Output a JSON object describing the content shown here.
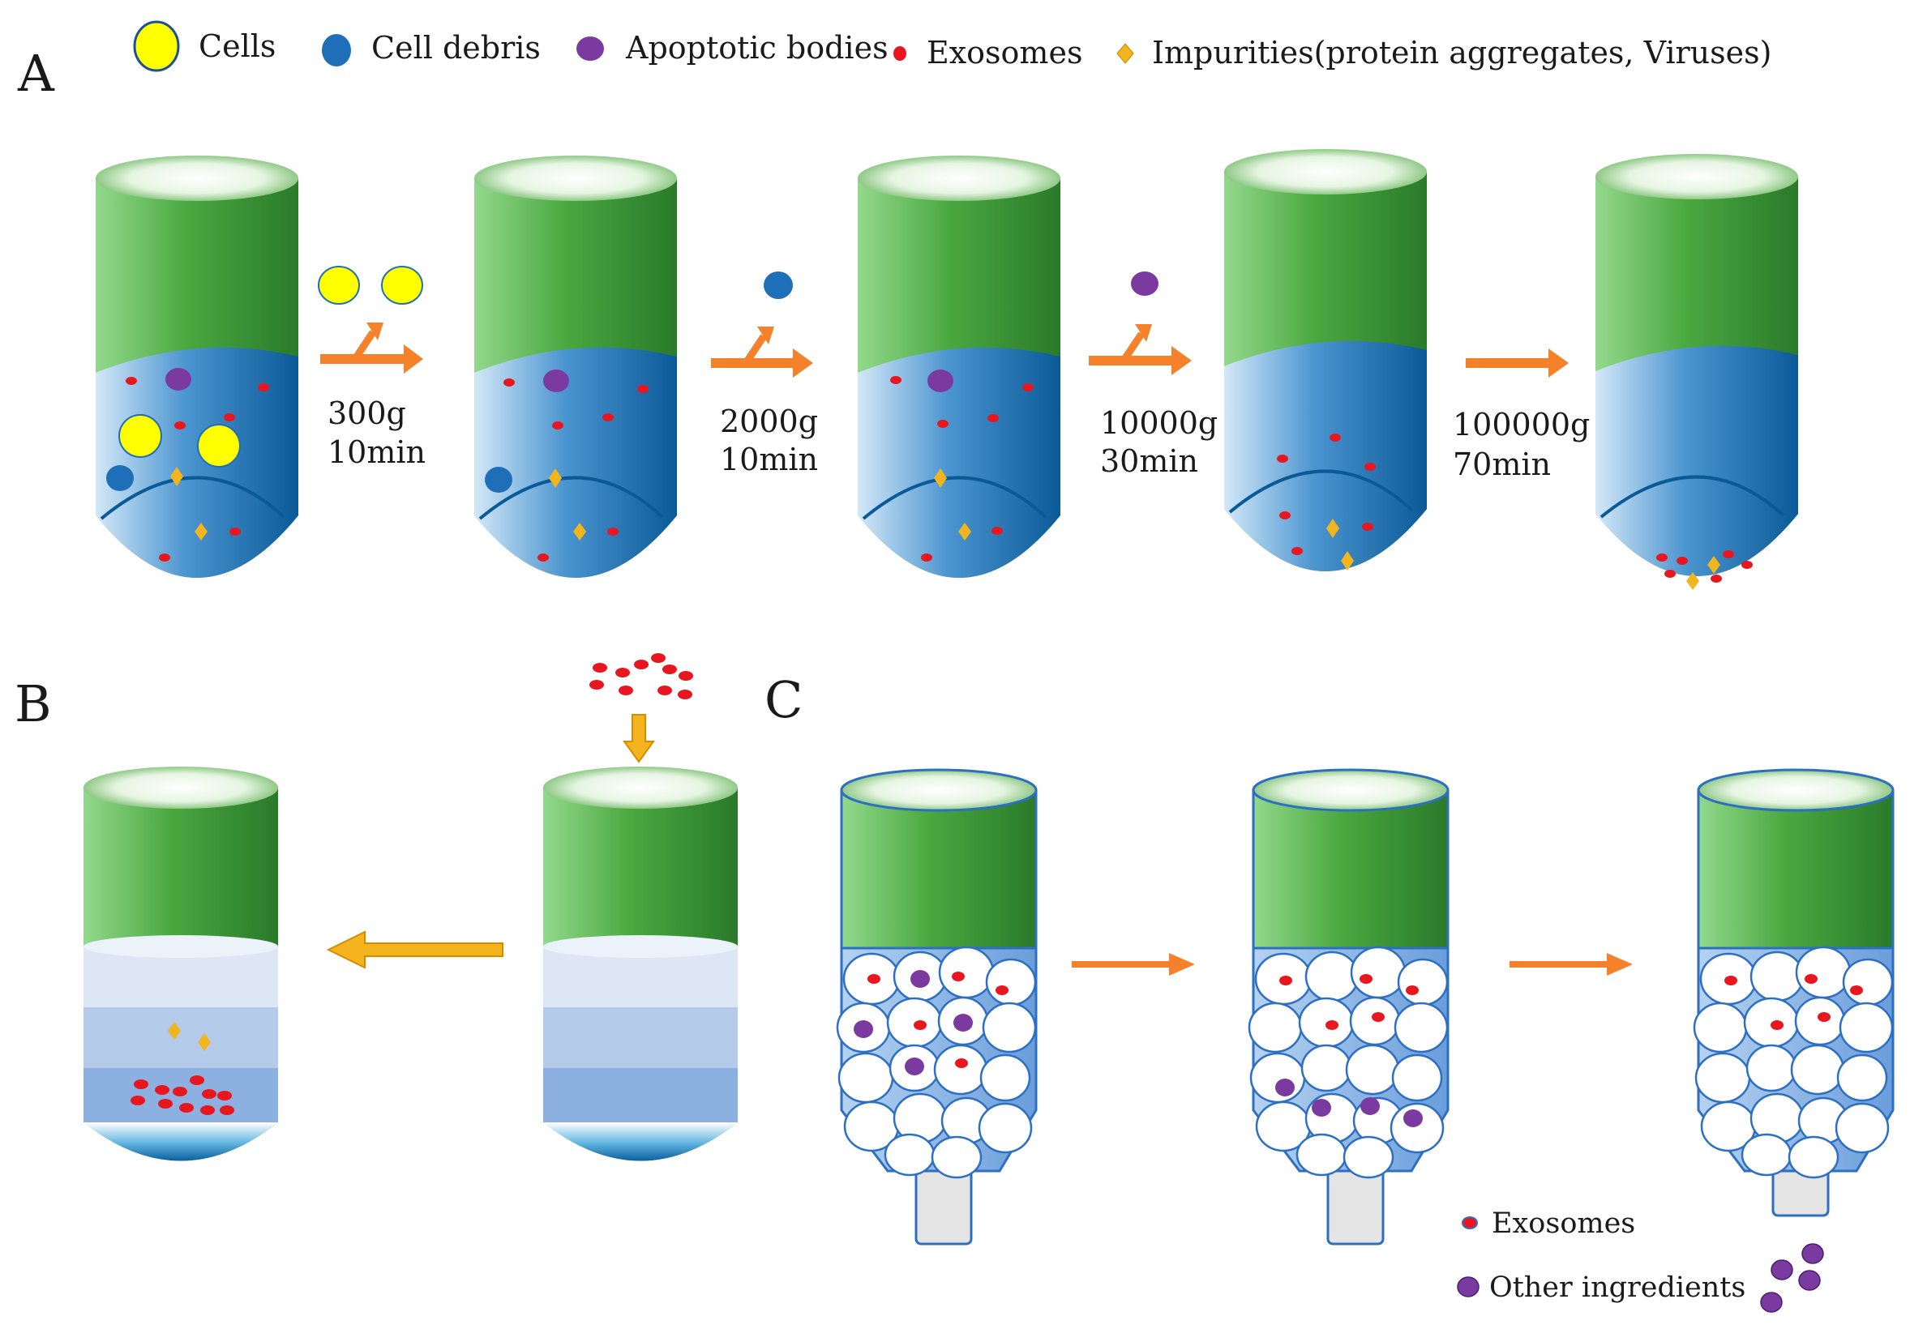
{
  "panel_labels": {
    "a": "A",
    "b": "B",
    "c": "C"
  },
  "legend": [
    {
      "icon": "cell-icon",
      "color": "#ffff00",
      "label": "Cells"
    },
    {
      "icon": "cell-debris-icon",
      "color": "#1f6fb8",
      "label": "Cell debris"
    },
    {
      "icon": "apoptotic-body-icon",
      "color": "#7a3aa0",
      "label": "Apoptotic bodies"
    },
    {
      "icon": "exosome-icon",
      "color": "#e8171f",
      "label": "Exosomes"
    },
    {
      "icon": "impurity-icon",
      "color": "#f2b51d",
      "label": "Impurities(protein aggregates, Viruses)"
    }
  ],
  "steps": [
    {
      "force": "300g",
      "time": "10min"
    },
    {
      "force": "2000g",
      "time": "10min"
    },
    {
      "force": "10000g",
      "time": "30min"
    },
    {
      "force": "100000g",
      "time": "70min"
    }
  ],
  "legend_c": [
    {
      "icon": "exosome-icon",
      "color": "#e8171f",
      "label": "Exosomes"
    },
    {
      "icon": "other-ingredient-icon",
      "color": "#7a3aa0",
      "label": "Other ingredients"
    }
  ],
  "colors": {
    "tube_green_light": "#8fd68a",
    "tube_green_dark": "#2e7d2e",
    "liquid_light": "#cde3f5",
    "liquid_dark": "#0a5fa0",
    "arrow_orange": "#f5822a",
    "arrow_yellow": "#f5b41e",
    "exosome_red": "#e8171f",
    "impurity_gold": "#f2b51d",
    "apoptotic_purple": "#7a3aa0",
    "debris_blue": "#1f6fb8",
    "cell_yellow": "#ffff00"
  }
}
